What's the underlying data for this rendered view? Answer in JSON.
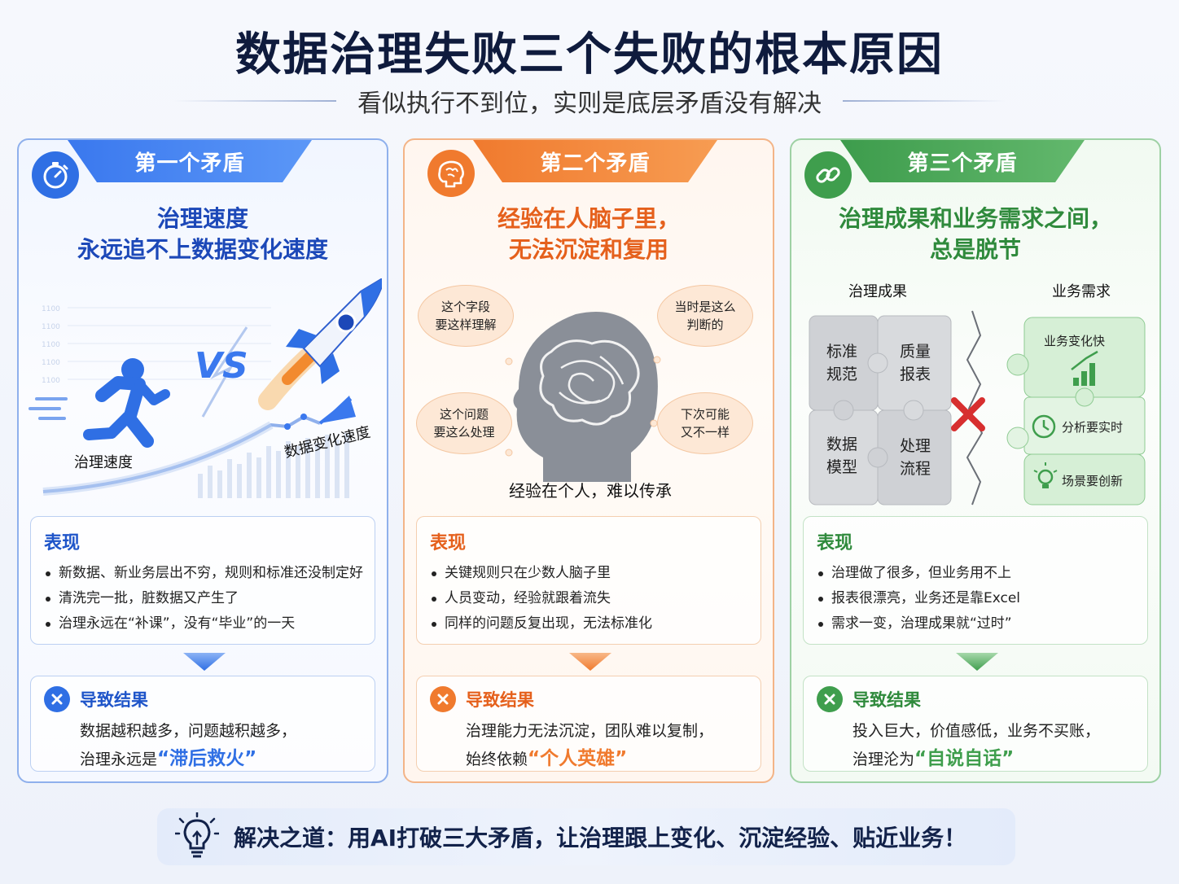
{
  "title": "数据治理失败三个失败的根本原因",
  "subtitle": "看似执行不到位，实则是底层矛盾没有解决",
  "columns": [
    {
      "tab": "第一个矛盾",
      "heading_lines": [
        "治理速度",
        "永远追不上数据变化速度"
      ],
      "illustration": {
        "runner_label": "治理速度",
        "vs_label": "VS",
        "trend_label": "数据变化速度",
        "ticks": [
          "1100",
          "1100",
          "1100",
          "1100",
          "1100"
        ]
      },
      "symptoms_title": "表现",
      "symptoms": [
        "新数据、新业务层出不穷，规则和标准还没制定好",
        "清洗完一批，脏数据又产生了",
        "治理永远在“补课”，没有“毕业”的一天"
      ],
      "result_title": "导致结果",
      "result_line1": "数据越积越多，问题越积越多，",
      "result_line2_prefix": "治理永远是",
      "result_highlight": "“滞后救火”"
    },
    {
      "tab": "第二个矛盾",
      "heading_lines": [
        "经验在人脑子里，",
        "无法沉淀和复用"
      ],
      "illustration": {
        "bubbles": [
          [
            "这个字段",
            "要这样理解"
          ],
          [
            "当时是这么",
            "判断的"
          ],
          [
            "这个问题",
            "要这么处理"
          ],
          [
            "下次可能",
            "又不一样"
          ]
        ],
        "caption": "经验在个人，难以传承"
      },
      "symptoms_title": "表现",
      "symptoms": [
        "关键规则只在少数人脑子里",
        "人员变动，经验就跟着流失",
        "同样的问题反复出现，无法标准化"
      ],
      "result_title": "导致结果",
      "result_line1": "治理能力无法沉淀，团队难以复制，",
      "result_line2_prefix": "始终依赖",
      "result_highlight": "“个人英雄”"
    },
    {
      "tab": "第三个矛盾",
      "heading_lines": [
        "治理成果和业务需求之间，",
        "总是脱节"
      ],
      "illustration": {
        "left_title": "治理成果",
        "right_title": "业务需求",
        "pieces": [
          [
            "标准",
            "规范"
          ],
          [
            "质量",
            "报表"
          ],
          [
            "数据",
            "模型"
          ],
          [
            "处理",
            "流程"
          ]
        ],
        "needs": [
          "业务变化快",
          "分析要实时",
          "场景要创新"
        ]
      },
      "symptoms_title": "表现",
      "symptoms": [
        "治理做了很多，但业务用不上",
        "报表很漂亮，业务还是靠Excel",
        "需求一变，治理成果就“过时”"
      ],
      "result_title": "导致结果",
      "result_line1": "投入巨大，价值感低，业务不买账，",
      "result_line2_prefix": "治理沦为",
      "result_highlight": "“自说自话”"
    }
  ],
  "footer": "解决之道：用AI打破三大矛盾，让治理跟上变化、沉淀经验、贴近业务！",
  "colors": {
    "blue": "#2f6fe4",
    "orange": "#f07a2e",
    "green": "#3f9e4d",
    "title": "#0f1b3d"
  }
}
